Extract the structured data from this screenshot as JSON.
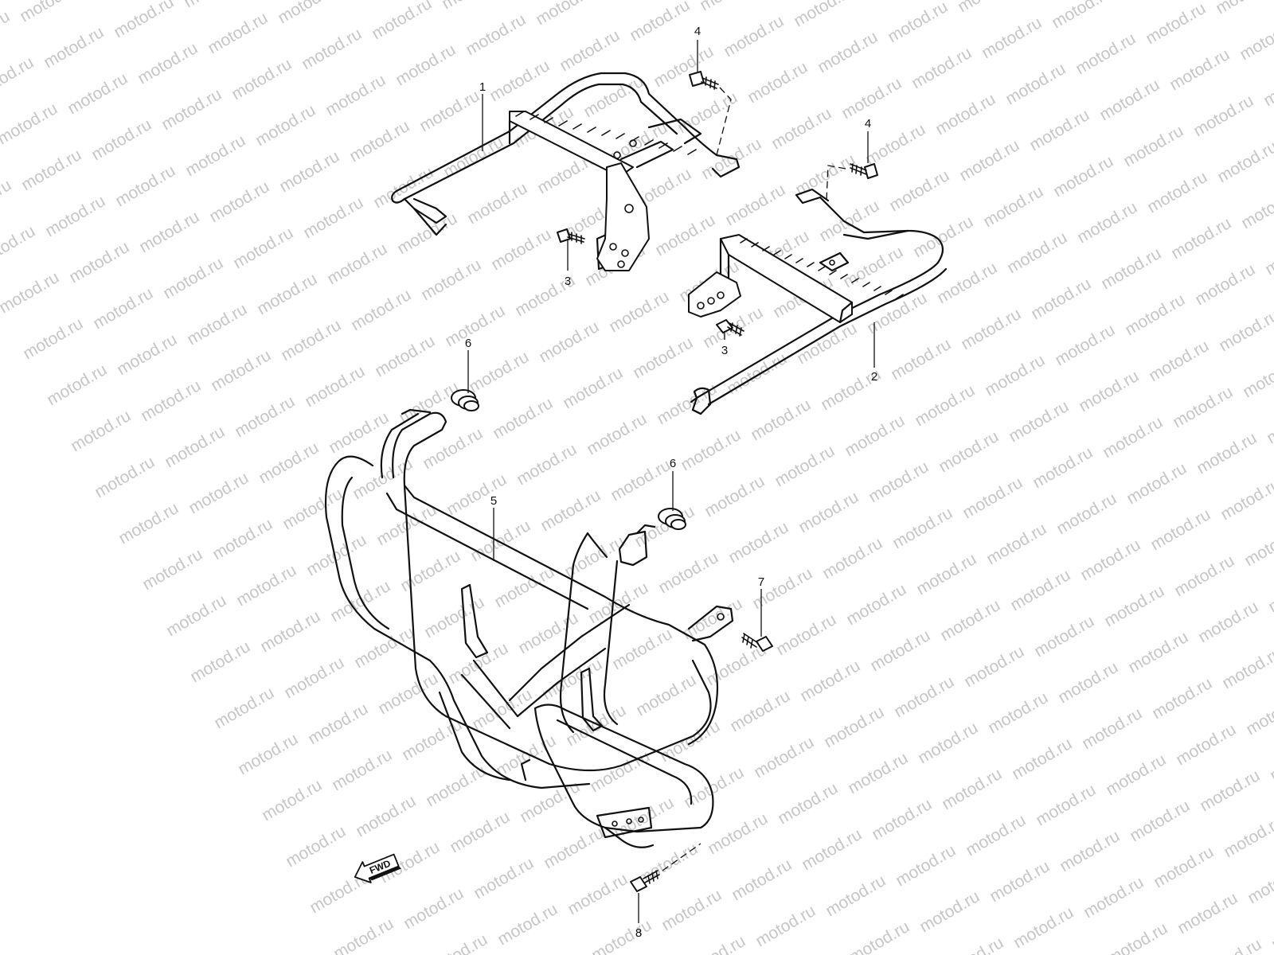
{
  "watermark": {
    "text": "motod.ru",
    "color": "#c7c7c7"
  },
  "direction_arrow": {
    "label": "FWD"
  },
  "callouts": [
    "1",
    "2",
    "3",
    "3",
    "4",
    "4",
    "5",
    "6",
    "6",
    "7",
    "8"
  ],
  "colors": {
    "line": "#111111",
    "background": "#ffffff"
  }
}
